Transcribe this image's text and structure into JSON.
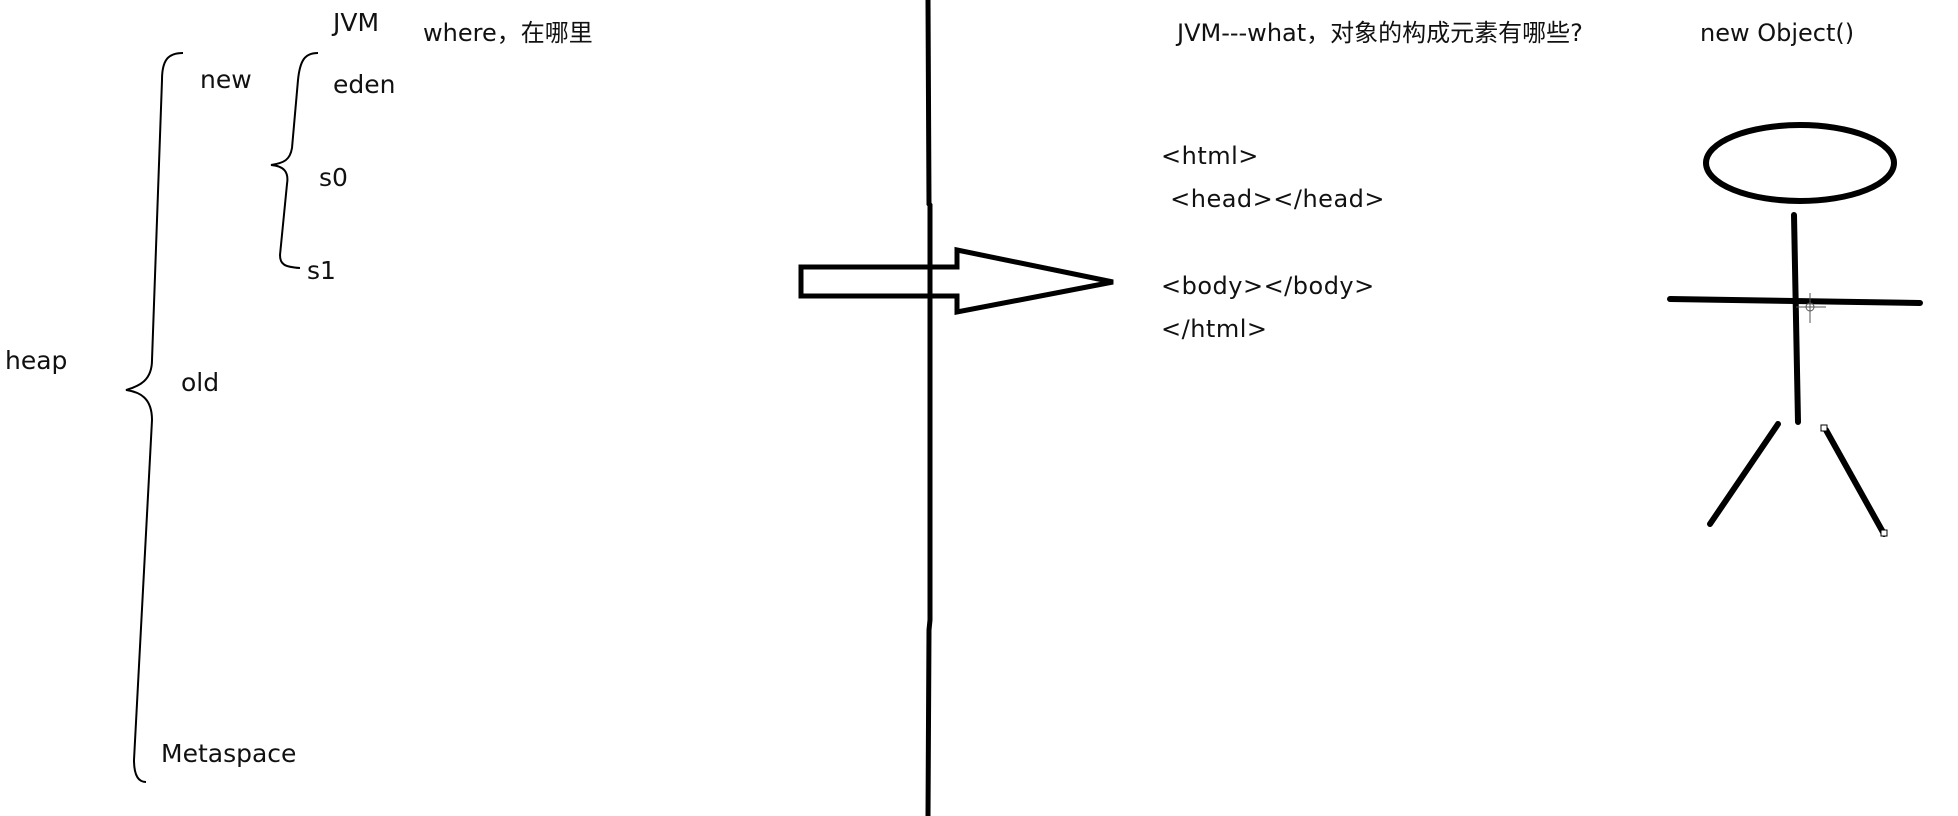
{
  "left_panel": {
    "jvm": "JVM",
    "where": "where，在哪里",
    "heap": "heap",
    "new": "new",
    "eden": "eden",
    "s0": "s0",
    "s1": "s1",
    "old": "old",
    "metaspace": "Metaspace"
  },
  "right_panel": {
    "question": "JVM---what，对象的构成元素有哪些?",
    "new_object": "new Object()",
    "html_lines": [
      "<html>",
      " <head></head>",
      "<body></body>",
      "</html>"
    ]
  },
  "colors": {
    "stroke": "#000000",
    "text": "#111111",
    "background": "#ffffff"
  },
  "icons": {
    "arrow": "right-arrow-icon",
    "person": "stick-figure-icon",
    "cursor": "crosshair-cursor-icon"
  }
}
